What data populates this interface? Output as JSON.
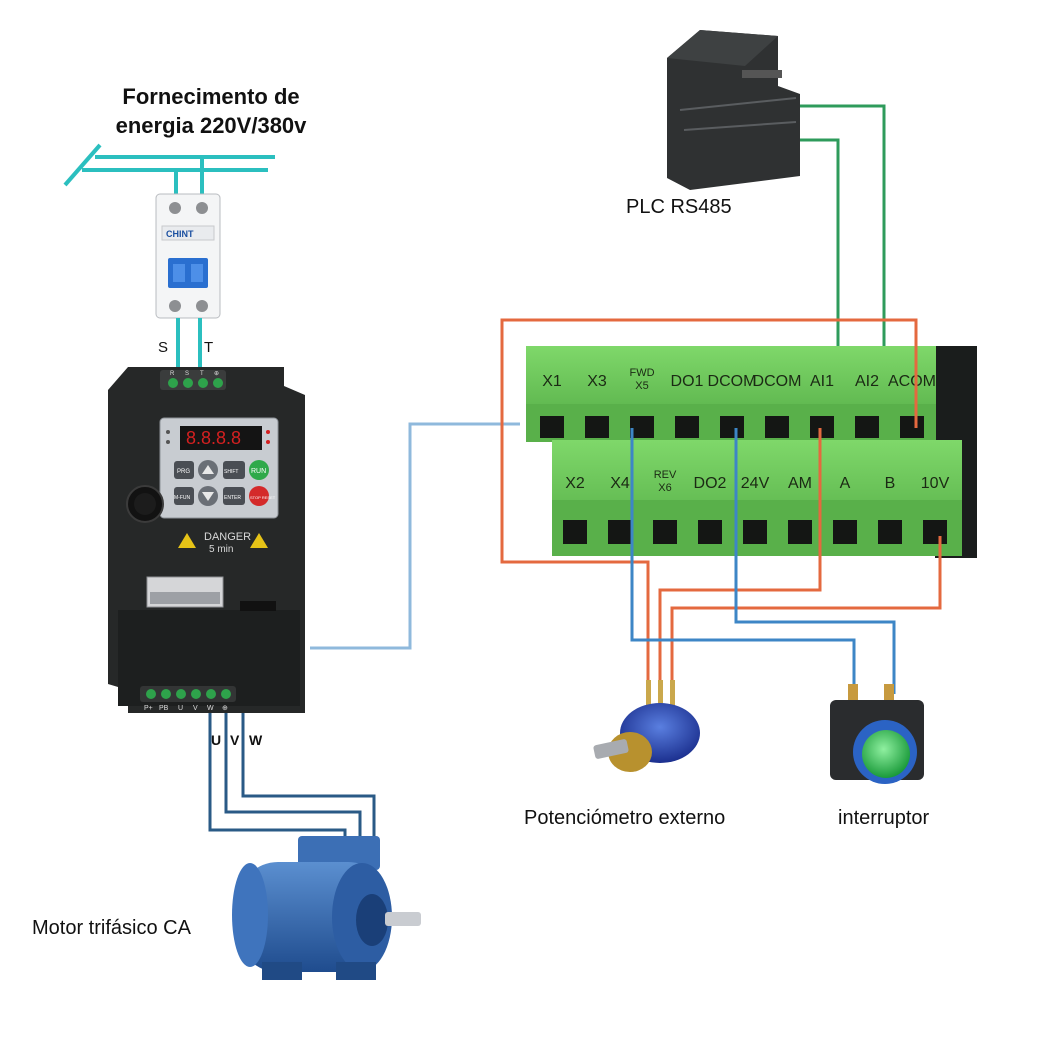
{
  "labels": {
    "supply_line1": "Fornecimento de",
    "supply_line2": "energia 220V/380v",
    "plc": "PLC RS485",
    "potentiometer": "Potenciómetro externo",
    "switch": "interruptor",
    "motor": "Motor trifásico CA"
  },
  "breaker": {
    "brand": "CHINT",
    "outputs": [
      "S",
      "T"
    ]
  },
  "vfd": {
    "input_terminals": [
      "R",
      "S",
      "T",
      "⊕"
    ],
    "output_terminals": [
      "P+",
      "PB",
      "U",
      "V",
      "W",
      "⊕"
    ],
    "motor_phases": [
      "U",
      "V",
      "W"
    ],
    "keys": [
      "PRG",
      "SHIFT",
      "RUN",
      "M-FUN",
      "ENTER",
      "STOP RESET"
    ],
    "warning": "DANGER",
    "warning_time": "5 min"
  },
  "terminal_block": {
    "top_row": [
      "X1",
      "X3",
      "FWD X5",
      "DO1",
      "DCOM",
      "DCOM",
      "AI1",
      "AI2",
      "ACOM"
    ],
    "bottom_row": [
      "X2",
      "X4",
      "REV X6",
      "DO2",
      "24V",
      "AM",
      "A",
      "B",
      "10V"
    ]
  },
  "colors": {
    "supply_line": "#2bbfbf",
    "rs485_wire": "#2e9b5b",
    "signal_orange": "#e4693f",
    "signal_blue": "#3d86c6",
    "motor_wire": "#2a5a86",
    "terminal_green": "#6fc85a",
    "vfd_body": "#262828"
  }
}
